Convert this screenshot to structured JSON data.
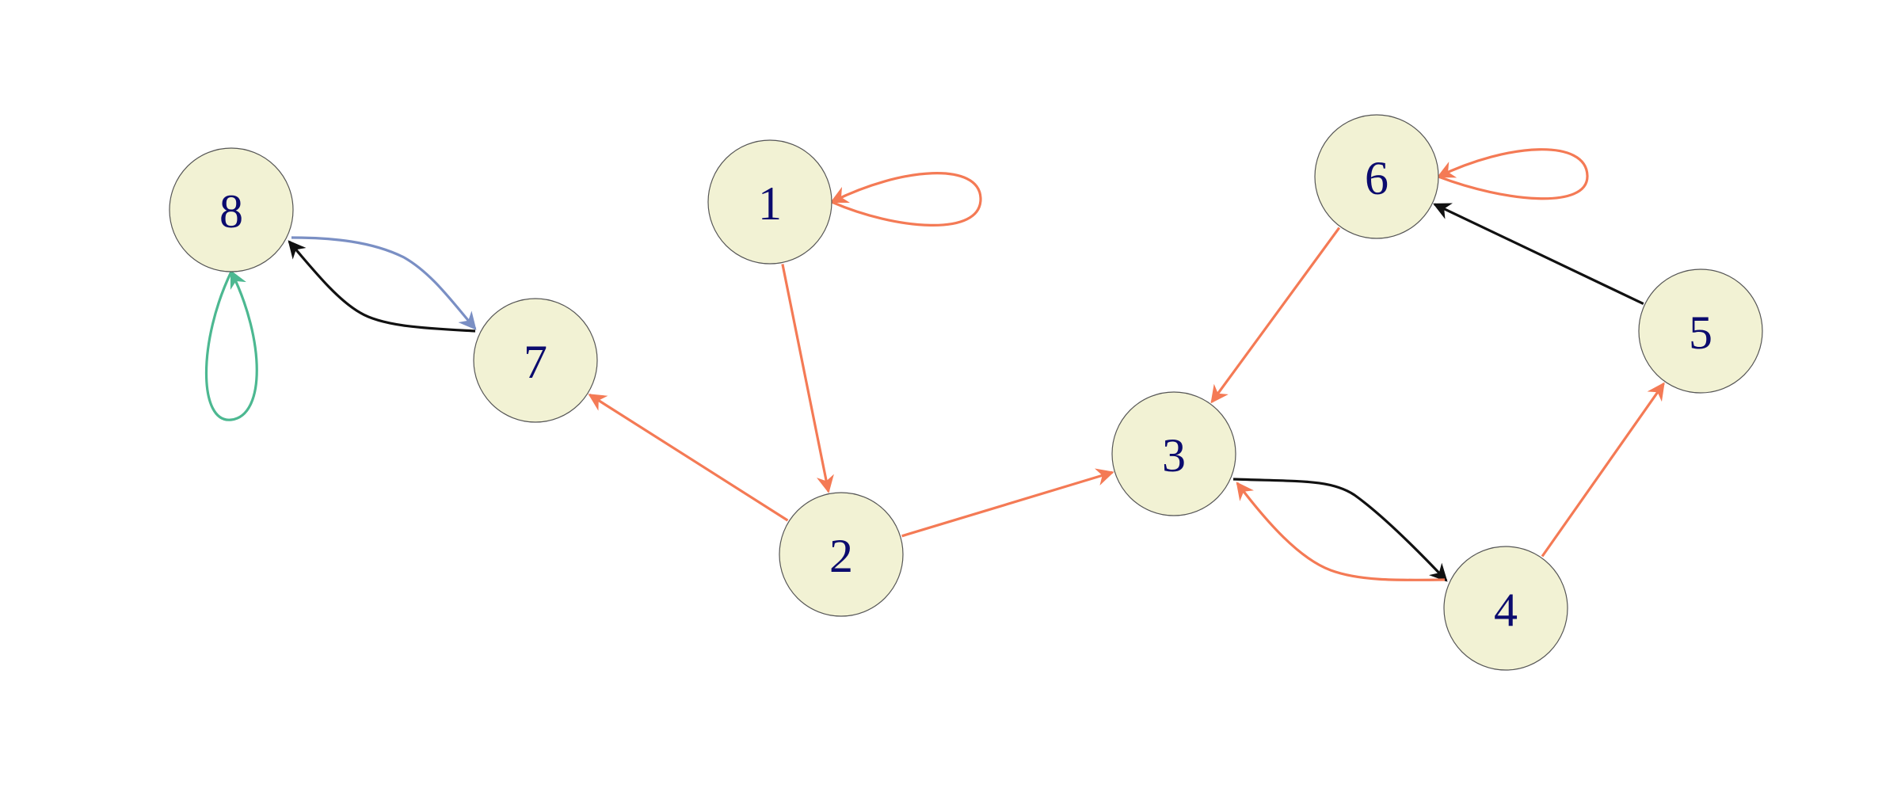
{
  "colors": {
    "background": "#ffffff",
    "node_fill": "#f2f2d4",
    "node_stroke": "#555555",
    "label": "#0b0b6e",
    "orange": "#f47a55",
    "black": "#111111",
    "blue": "#7a8fc4",
    "green": "#4cb891"
  },
  "nodes": [
    {
      "id": "1",
      "label": "1"
    },
    {
      "id": "2",
      "label": "2"
    },
    {
      "id": "3",
      "label": "3"
    },
    {
      "id": "4",
      "label": "4"
    },
    {
      "id": "5",
      "label": "5"
    },
    {
      "id": "6",
      "label": "6"
    },
    {
      "id": "7",
      "label": "7"
    },
    {
      "id": "8",
      "label": "8"
    }
  ],
  "edges": [
    {
      "from": "1",
      "to": "1",
      "color": "orange"
    },
    {
      "from": "1",
      "to": "2",
      "color": "orange"
    },
    {
      "from": "2",
      "to": "7",
      "color": "orange"
    },
    {
      "from": "2",
      "to": "3",
      "color": "orange"
    },
    {
      "from": "3",
      "to": "4",
      "color": "black"
    },
    {
      "from": "4",
      "to": "3",
      "color": "orange"
    },
    {
      "from": "4",
      "to": "5",
      "color": "orange"
    },
    {
      "from": "5",
      "to": "6",
      "color": "black"
    },
    {
      "from": "6",
      "to": "6",
      "color": "orange"
    },
    {
      "from": "6",
      "to": "3",
      "color": "orange"
    },
    {
      "from": "7",
      "to": "8",
      "color": "black"
    },
    {
      "from": "8",
      "to": "7",
      "color": "blue"
    },
    {
      "from": "8",
      "to": "8",
      "color": "green"
    }
  ]
}
